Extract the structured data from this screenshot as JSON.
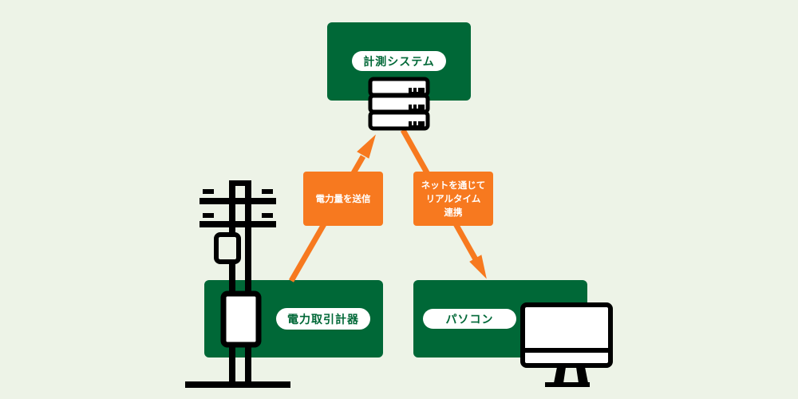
{
  "nodes": {
    "system": {
      "label": "計測システム"
    },
    "meter": {
      "label": "電力取引計器"
    },
    "pc": {
      "label": "パソコン"
    }
  },
  "edges": {
    "send": {
      "label": "電力量を送信"
    },
    "link": {
      "label": "ネットを通じて\nリアルタイム\n連携"
    }
  },
  "colors": {
    "background": "#edf3e7",
    "node": "#006837",
    "edge": "#f7791f"
  }
}
